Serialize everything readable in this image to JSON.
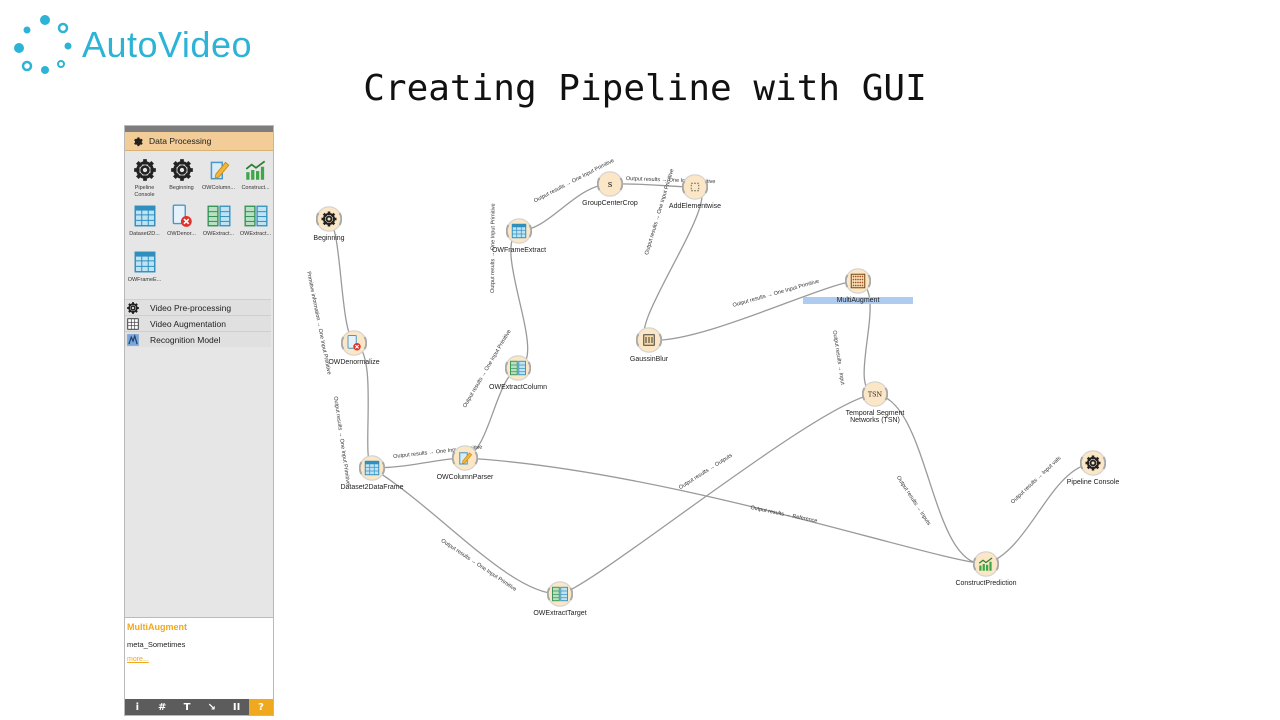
{
  "brand": {
    "name": "AutoVideo",
    "color": "#2db3d6"
  },
  "slide_title": "Creating Pipeline with GUI",
  "panel": {
    "category_open": {
      "label": "Data Processing",
      "icon": "gear-icon"
    },
    "widgets": [
      {
        "label": "Pipeline Console",
        "icon": "gear-icon"
      },
      {
        "label": "Beginning",
        "icon": "gear-icon"
      },
      {
        "label": "OWColumn...",
        "icon": "pencil-icon"
      },
      {
        "label": "Construct...",
        "icon": "chart-icon"
      },
      {
        "label": "Dataset2D...",
        "icon": "table-icon"
      },
      {
        "label": "OWDenor...",
        "icon": "file-remove-icon"
      },
      {
        "label": "OWExtract...",
        "icon": "columns-icon"
      },
      {
        "label": "OWExtract...",
        "icon": "columns-icon"
      },
      {
        "label": "OWFrameE...",
        "icon": "table-icon"
      }
    ],
    "categories": [
      {
        "label": "Video Pre-processing",
        "icon": "gear-icon"
      },
      {
        "label": "Video Augmentation",
        "icon": "grid-icon"
      },
      {
        "label": "Recognition Model",
        "icon": "model-icon"
      }
    ],
    "info": {
      "title": "MultiAugment",
      "description": "meta_Sometimes",
      "more": "more..."
    },
    "toolbar": [
      "i",
      "#",
      "T",
      "↘",
      "II",
      "?"
    ],
    "accent": "#f0a81e"
  },
  "canvas": {
    "nodes": [
      {
        "id": "beginning",
        "label": "Beginning",
        "icon": "gear-icon"
      },
      {
        "id": "owdenormalize",
        "label": "OWDenormalize",
        "icon": "file-remove-icon"
      },
      {
        "id": "dataset2dataframe",
        "label": "Dataset2DataFrame",
        "icon": "table-icon"
      },
      {
        "id": "owcolumnparser",
        "label": "OWColumnParser",
        "icon": "pencil-icon"
      },
      {
        "id": "owextractcolumn",
        "label": "OWExtractColumn",
        "icon": "columns-icon"
      },
      {
        "id": "owframeextract",
        "label": "OWFrameExtract",
        "icon": "table-icon"
      },
      {
        "id": "groupcentercrop",
        "label": "GroupCenterCrop",
        "icon": "s-icon"
      },
      {
        "id": "addelementwise",
        "label": "AddElementwise",
        "icon": "dotted-square-icon"
      },
      {
        "id": "gaussianblur",
        "label": "GaussinBlur",
        "icon": "blur-icon"
      },
      {
        "id": "multiaugment",
        "label": "MultiAugment",
        "icon": "abacus-icon"
      },
      {
        "id": "tsn",
        "label": "Temporal Segment\nNetworks (TSN)",
        "icon": "tsn-icon"
      },
      {
        "id": "owextracttarget",
        "label": "OWExtractTarget",
        "icon": "columns-icon"
      },
      {
        "id": "constructprediction",
        "label": "ConstructPrediction",
        "icon": "chart-icon"
      },
      {
        "id": "pipelineconsole",
        "label": "Pipeline Console",
        "icon": "gear-icon"
      }
    ],
    "edges": [
      {
        "from": "beginning",
        "to": "owdenormalize",
        "label": "Primitive information → One Input Primitive"
      },
      {
        "from": "owdenormalize",
        "to": "dataset2dataframe",
        "label": "Output results → One Input Primitive"
      },
      {
        "from": "dataset2dataframe",
        "to": "owcolumnparser",
        "label": "Output results → One Input Primitive"
      },
      {
        "from": "owcolumnparser",
        "to": "owextractcolumn",
        "label": "Output results → One Input Primitive"
      },
      {
        "from": "owextractcolumn",
        "to": "owframeextract",
        "label": "Output results → One Input Primitive"
      },
      {
        "from": "owframeextract",
        "to": "groupcentercrop",
        "label": "Output results → One Input Primitive"
      },
      {
        "from": "groupcentercrop",
        "to": "addelementwise",
        "label": "Output results → One Input Primitive"
      },
      {
        "from": "addelementwise",
        "to": "gaussianblur",
        "label": "Output results → One Input Primitive"
      },
      {
        "from": "gaussianblur",
        "to": "multiaugment",
        "label": "Output results → One Input Primitive"
      },
      {
        "from": "multiaugment",
        "to": "tsn",
        "label": "Output results → Input"
      },
      {
        "from": "dataset2dataframe",
        "to": "owextracttarget",
        "label": "Output results → One Input Primitive"
      },
      {
        "from": "owextracttarget",
        "to": "tsn",
        "label": "Output results → Outputs"
      },
      {
        "from": "owcolumnparser",
        "to": "constructprediction",
        "label": "Output results → Reference"
      },
      {
        "from": "tsn",
        "to": "constructprediction",
        "label": "Output results → Inputs"
      },
      {
        "from": "constructprediction",
        "to": "pipelineconsole",
        "label": "Output results → Input vals"
      }
    ]
  }
}
